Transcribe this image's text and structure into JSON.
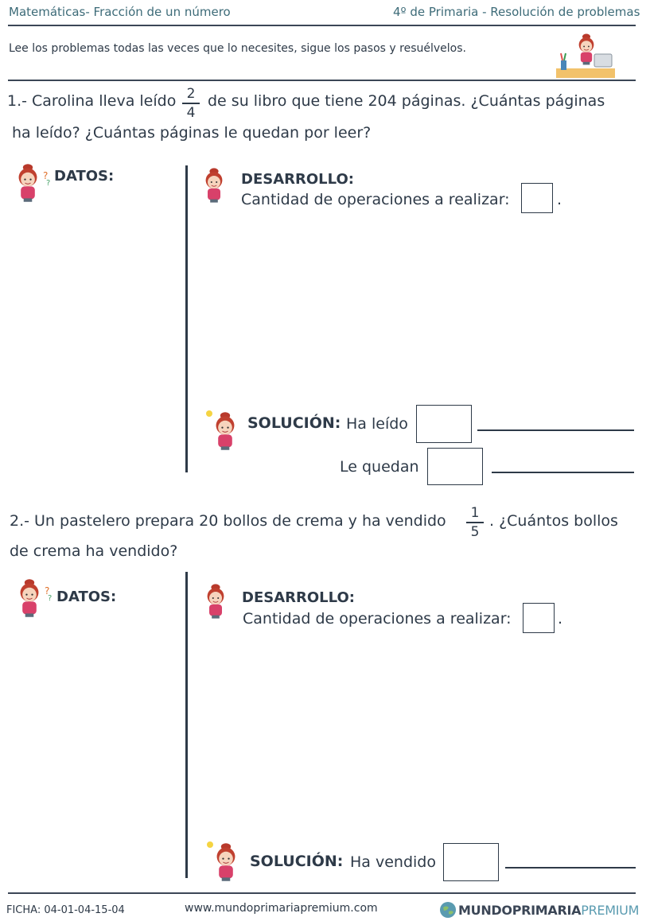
{
  "header": {
    "subject": "Matemáticas- Fracción de un número",
    "grade": "4º de Primaria - Resolución de problemas",
    "instructions": "Lee los problemas todas las veces que lo necesites, sigue los pasos y resuélvelos."
  },
  "problem1": {
    "text_a": "1.- Carolina lleva leído",
    "frac_num": "2",
    "frac_den": "4",
    "text_b": "de su libro que tiene 204 páginas. ¿Cuántas páginas",
    "text_c": "ha leído? ¿Cuántas páginas le quedan por leer?",
    "datos_label": "DATOS:",
    "desarrollo_label": "DESARROLLO:",
    "operaciones_label": "Cantidad de operaciones a realizar:",
    "dot": ".",
    "solucion_label": "SOLUCIÓN:",
    "answer1_label": "Ha leído",
    "answer2_label": "Le quedan"
  },
  "problem2": {
    "text_a": "2.- Un pastelero prepara 20 bollos de crema y ha vendido",
    "frac_num": "1",
    "frac_den": "5",
    "text_b": ". ¿Cuántos bollos",
    "text_c": "de crema ha vendido?",
    "datos_label": "DATOS:",
    "desarrollo_label": "DESARROLLO:",
    "operaciones_label": "Cantidad de operaciones a realizar:",
    "dot": ".",
    "solucion_label": "SOLUCIÓN:",
    "answer1_label": "Ha vendido"
  },
  "footer": {
    "ficha": "FICHA:  04-01-04-15-04",
    "website": "www.mundoprimariapremium.com",
    "brand_a": "MUNDO",
    "brand_b": "PRIMARIA",
    "brand_c": "PREMIUM"
  },
  "colors": {
    "text": "#2e3a48",
    "header": "#3d6b78",
    "brand_blue": "#5a9bb0",
    "girl_shirt": "#d8416a",
    "hair": "#b8392b"
  }
}
